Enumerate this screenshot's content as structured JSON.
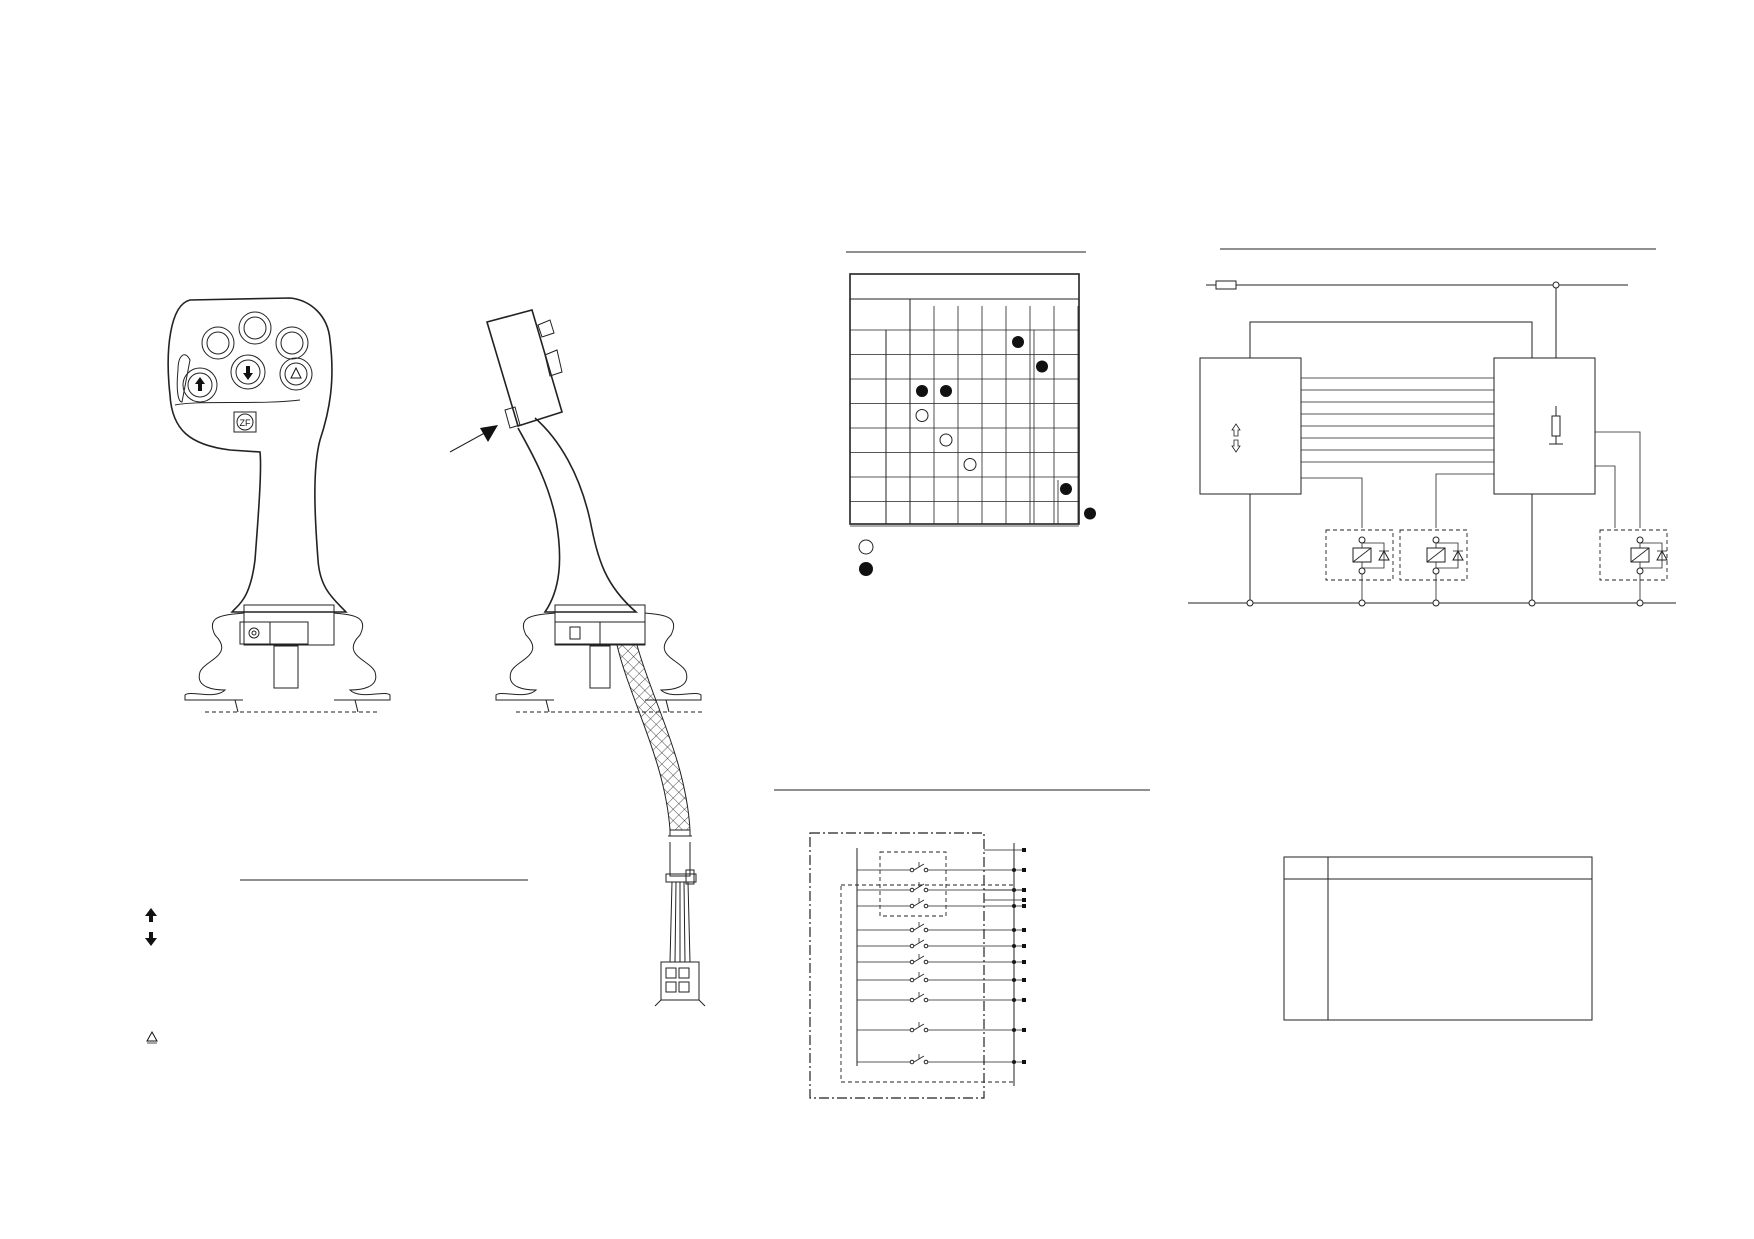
{
  "legend_arrow_list": {
    "up_icon": "arrow-up-icon",
    "down_icon": "arrow-down-icon",
    "warning_icon": "warning-icon"
  },
  "joystick": {
    "badge_text": "ZF"
  },
  "switch_matrix": {
    "columns": 7,
    "rows": 8,
    "marks": [
      {
        "row": 0,
        "col": 4,
        "type": "filled"
      },
      {
        "row": 1,
        "col": 5,
        "type": "filled"
      },
      {
        "row": 2,
        "col": 0,
        "type": "filled"
      },
      {
        "row": 2,
        "col": 1,
        "type": "filled"
      },
      {
        "row": 3,
        "col": 0,
        "type": "open"
      },
      {
        "row": 4,
        "col": 1,
        "type": "open"
      },
      {
        "row": 5,
        "col": 2,
        "type": "open"
      },
      {
        "row": 6,
        "col": 6,
        "type": "filled"
      },
      {
        "row": 7,
        "col": 7,
        "type": "filled"
      }
    ],
    "legend": [
      {
        "type": "open"
      },
      {
        "type": "filled"
      }
    ]
  }
}
